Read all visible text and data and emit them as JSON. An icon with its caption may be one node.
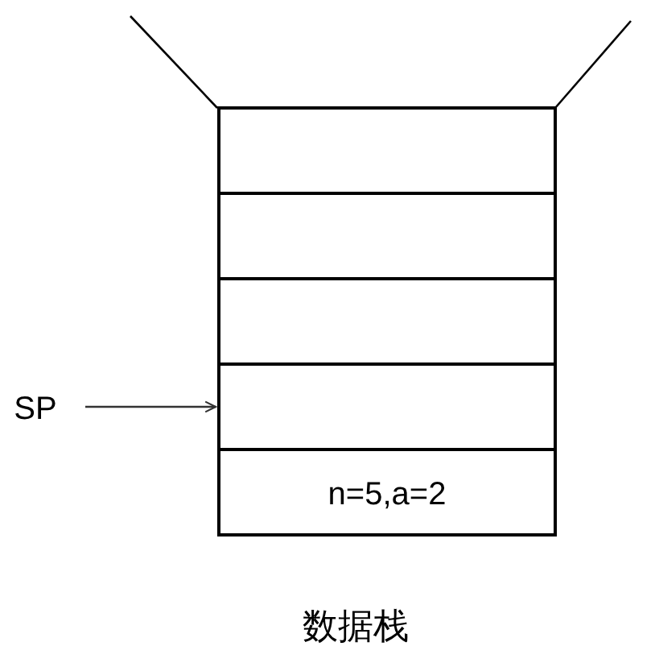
{
  "diagram": {
    "caption": "数据栈",
    "nodes": [
      {
        "text": [],
        "shape": "box"
      },
      {
        "text": [],
        "shape": "box"
      },
      {
        "text": [],
        "shape": "box"
      },
      {
        "text": [],
        "shape": "box"
      },
      {
        "text": [
          "n=5,a=2"
        ]
      },
      {
        "text": [
          "SP"
        ]
      }
    ],
    "edges": [
      {
        "from": 5,
        "to": 3,
        "arrow": "to"
      }
    ]
  }
}
